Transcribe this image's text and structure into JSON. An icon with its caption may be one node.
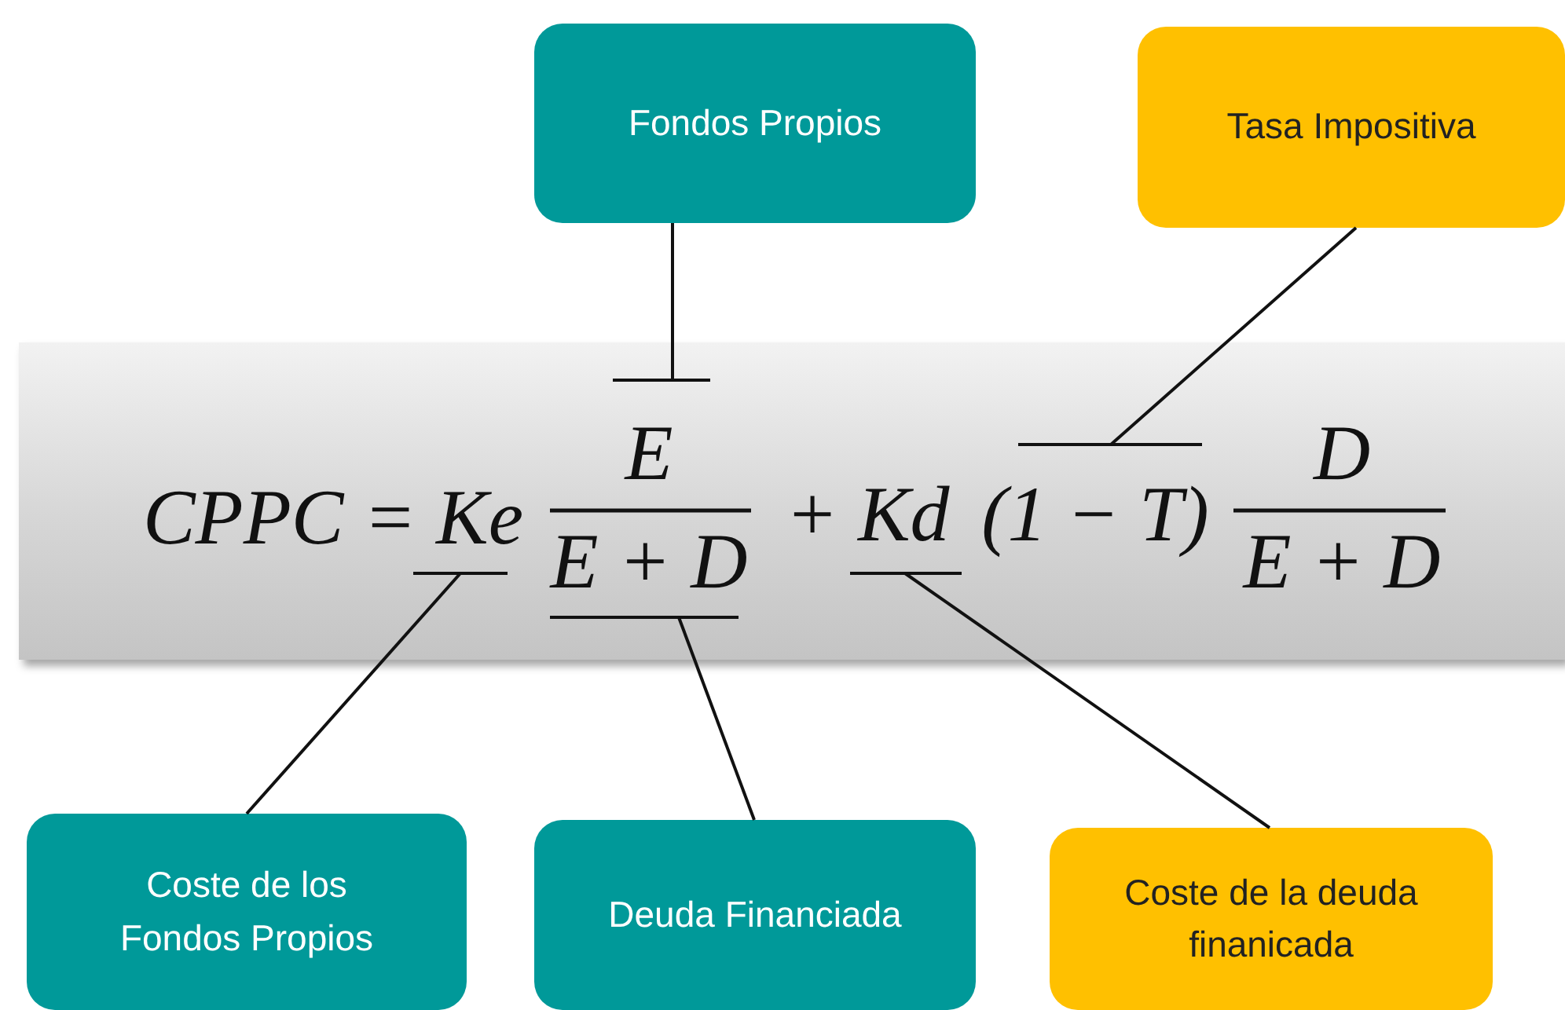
{
  "diagram": {
    "nodes": [
      {
        "text": [
          "Fondos Propios"
        ]
      },
      {
        "text": [
          "Tasa Impositiva"
        ]
      },
      {
        "text": [
          "CPPC = Ke",
          "E",
          "E + D",
          "+ Kd",
          "(1 − T)",
          "D",
          "E + D"
        ]
      },
      {
        "text": [],
        "shape": "bar",
        "in": 2
      },
      {
        "text": [],
        "shape": "bar",
        "in": 2
      },
      {
        "text": [],
        "shape": "bar",
        "in": 2
      },
      {
        "text": [],
        "shape": "bar",
        "in": 2
      },
      {
        "text": [],
        "shape": "bar",
        "in": 2
      },
      {
        "text": [
          "Coste de los Fondos Propios"
        ]
      },
      {
        "text": [
          "Deuda Financiada"
        ]
      },
      {
        "text": [
          "Coste de la deuda finanicada"
        ]
      }
    ],
    "edges": [
      {
        "from": 0,
        "to": 4,
        "arrow": "none"
      },
      {
        "from": 1,
        "to": 7,
        "arrow": "none"
      },
      {
        "from": 8,
        "to": 3,
        "arrow": "none"
      },
      {
        "from": 9,
        "to": 5,
        "arrow": "none"
      },
      {
        "from": 10,
        "to": 6,
        "arrow": "none"
      }
    ]
  }
}
